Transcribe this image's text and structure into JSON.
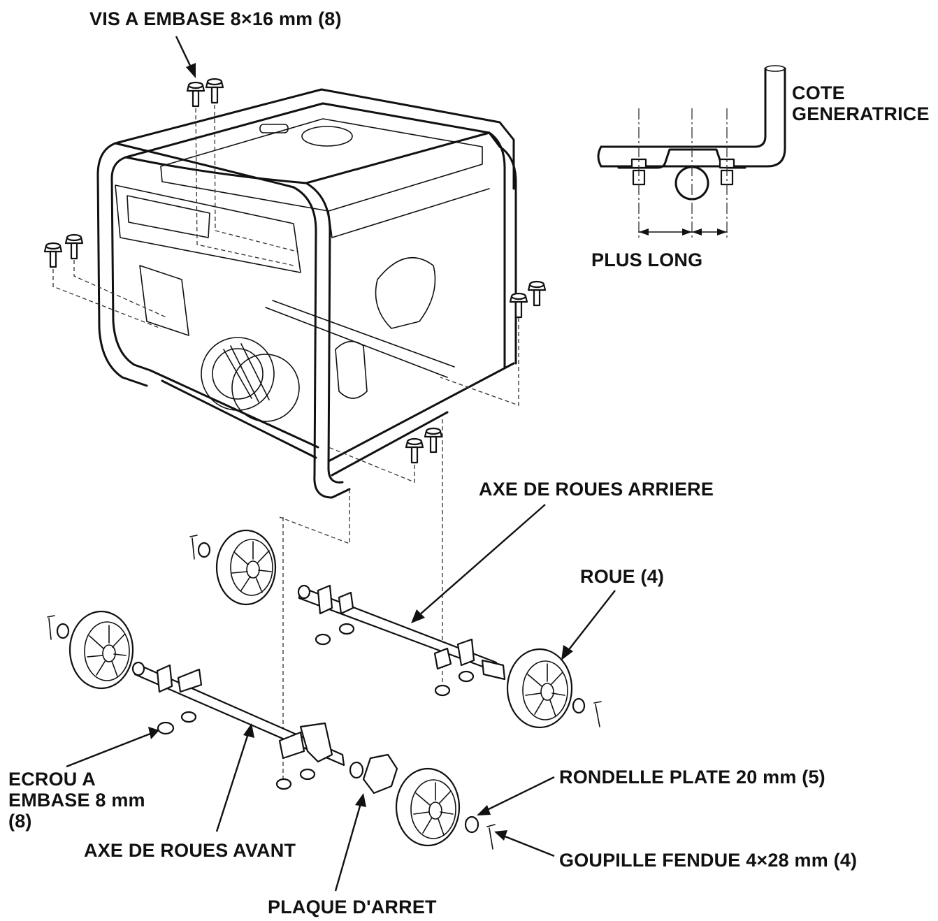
{
  "labels": {
    "vis_embase": "VIS A EMBASE 8×16 mm (8)",
    "cote_generatrice_line1": "COTE",
    "cote_generatrice_line2": "GENERATRICE",
    "plus_long": "PLUS LONG",
    "axe_roues_arriere": "AXE DE ROUES ARRIERE",
    "roue": "ROUE (4)",
    "ecrou_line1": "ECROU A",
    "ecrou_line2": "EMBASE 8 mm",
    "ecrou_line3": "(8)",
    "rondelle_plate": "RONDELLE PLATE 20 mm (5)",
    "axe_roues_avant": "AXE DE ROUES AVANT",
    "goupille_fendue": "GOUPILLE FENDUE 4×28 mm (4)",
    "plaque_arret": "PLAQUE D'ARRET"
  },
  "colors": {
    "ink": "#111111",
    "background": "#ffffff"
  }
}
